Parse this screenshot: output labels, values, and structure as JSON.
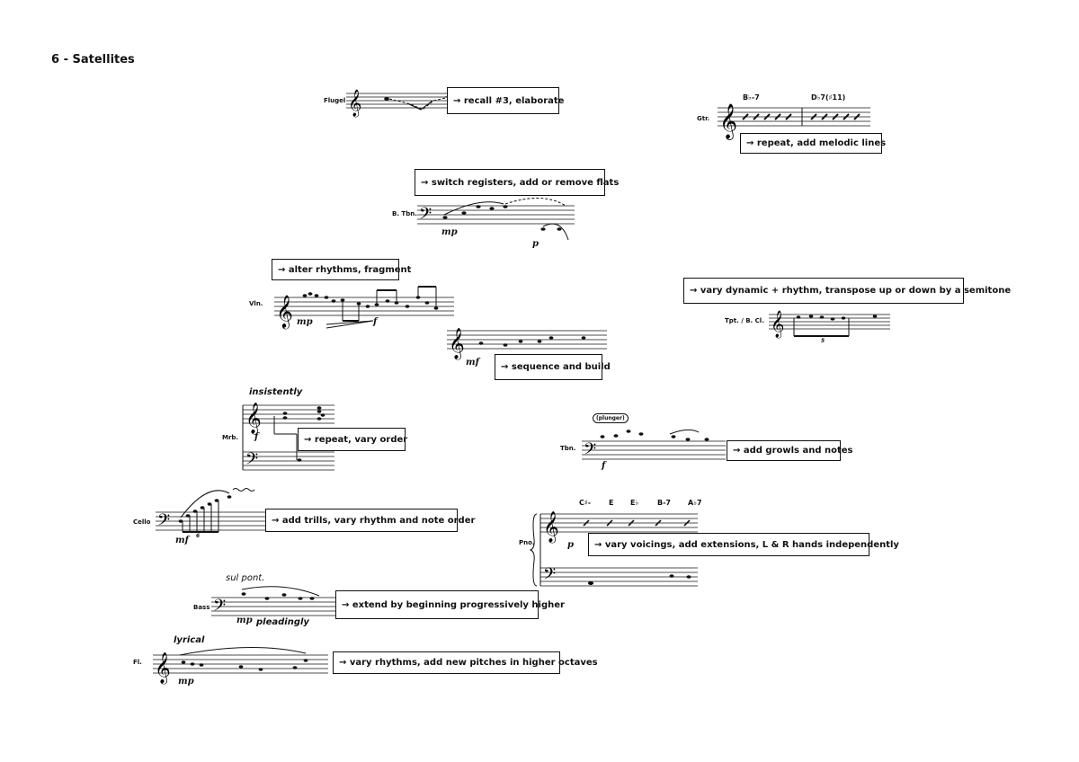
{
  "page": {
    "title": "6 - Satellites"
  },
  "fragments": {
    "flugel": {
      "label": "Flugel",
      "instruction": "→ recall #3, elaborate"
    },
    "guitar": {
      "label": "Gtr.",
      "instruction": "→ repeat, add melodic lines",
      "chords": [
        "B♭-7",
        "D♭7(♯11)"
      ]
    },
    "bass_trombone": {
      "label": "B. Tbn.",
      "instruction": "→ switch registers, add or remove flats",
      "dynamics": [
        "mp",
        "p"
      ]
    },
    "violin": {
      "label": "Vln.",
      "instruction": "→ alter rhythms, fragment",
      "dynamics": [
        "mp",
        "f"
      ]
    },
    "violin_cont": {
      "instruction": "→ sequence and build",
      "dynamics": [
        "mf"
      ]
    },
    "trumpet_bass_clarinet": {
      "label": "Tpt. / B. Cl.",
      "instruction": "→ vary dynamic + rhythm, transpose up or down by a semitone",
      "tuplet": "5"
    },
    "marimba": {
      "label": "Mrb.",
      "instruction": "→ repeat, vary order",
      "expression": "insistently",
      "dynamics": [
        "f"
      ]
    },
    "trombone": {
      "label": "Tbn.",
      "instruction": "→ add growls and notes",
      "mute": "(plunger)",
      "dynamics": [
        "f"
      ]
    },
    "cello": {
      "label": "Cello",
      "instruction": "→ add trills, vary rhythm and note order",
      "dynamics": [
        "mf"
      ],
      "tuplet": "6"
    },
    "piano": {
      "label": "Pno.",
      "instruction": "→ vary voicings, add extensions, L & R hands independently",
      "chords": [
        "C♯-",
        "E",
        "E♭",
        "B-7",
        "A♭7"
      ],
      "dynamics": [
        "p"
      ]
    },
    "bass": {
      "label": "Bass",
      "instruction": "→ extend by beginning progressively higher",
      "expression_top": "sul pont.",
      "expression_bottom": "pleadingly",
      "dynamics": [
        "mp"
      ]
    },
    "flute": {
      "label": "Fl.",
      "instruction": "→ vary rhythms, add new pitches in higher octaves",
      "expression": "lyrical",
      "dynamics": [
        "mp"
      ]
    }
  }
}
